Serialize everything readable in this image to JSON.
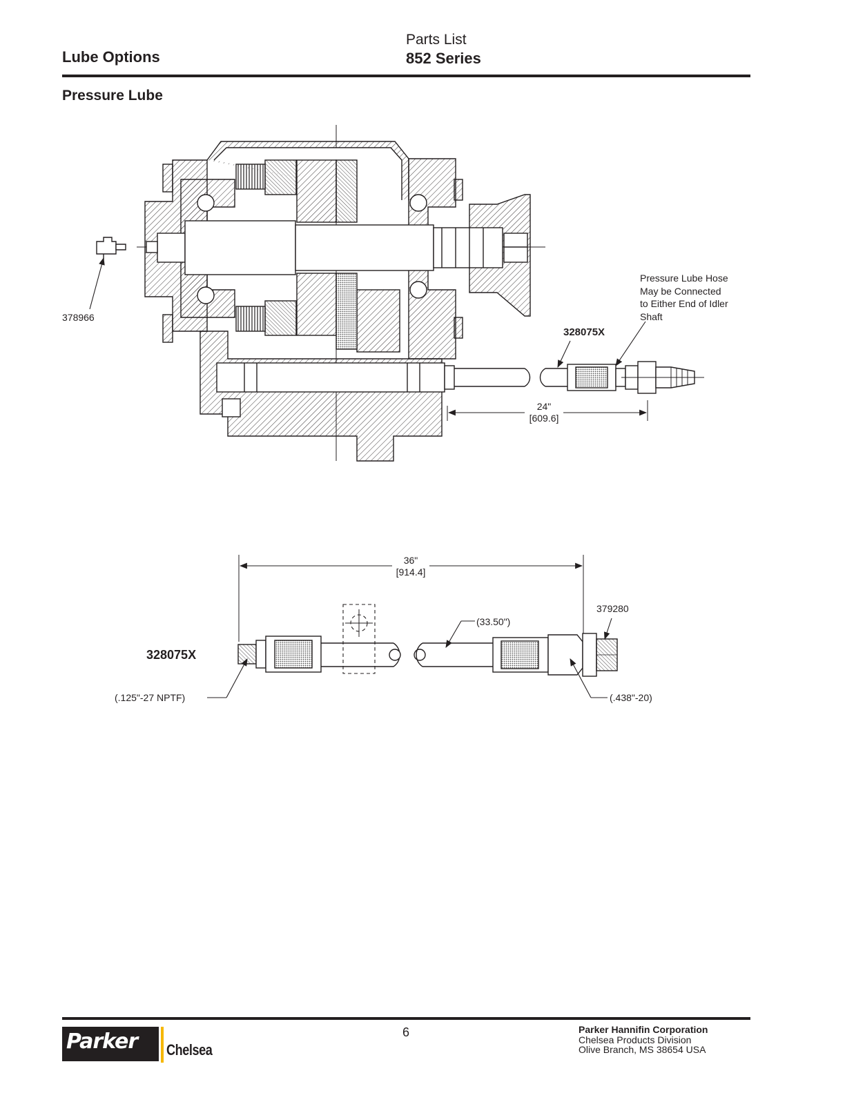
{
  "header": {
    "section_title": "Lube Options",
    "doc_title": "Parts List",
    "series": "852 Series"
  },
  "section": {
    "heading": "Pressure Lube"
  },
  "upper_drawing": {
    "part_fitting": "378966",
    "note_lines": [
      "Pressure Lube Hose",
      "May be Connected",
      "to Either End of Idler",
      "Shaft"
    ],
    "hose_part": "328075X",
    "dim_length_in": "24\"",
    "dim_length_mm": "[609.6]"
  },
  "lower_drawing": {
    "dim_length_in": "36\"",
    "dim_length_mm": "[914.4]",
    "hose_part": "328075X",
    "fitting_part": "379280",
    "hose_length_note": "(33.50\")",
    "thread_left": "(.125\"-27 NPTF)",
    "thread_right": "(.438\"-20)"
  },
  "footer": {
    "page_number": "6",
    "company": "Parker Hannifin Corporation",
    "division": "Chelsea Products Division",
    "address": "Olive Branch, MS 38654  USA",
    "logo_brand": "Parker",
    "logo_sub": "Chelsea",
    "logo_accent_color": "#f5b700"
  }
}
